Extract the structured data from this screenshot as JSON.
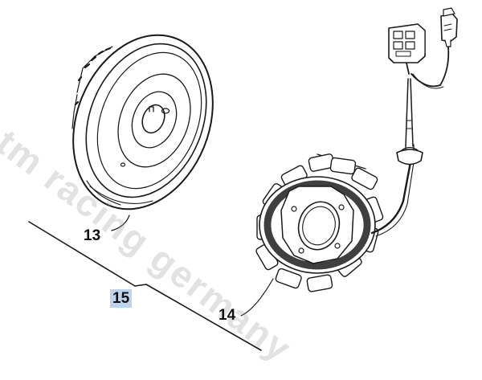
{
  "diagram": {
    "callouts": [
      {
        "id": "13",
        "label": "13"
      },
      {
        "id": "14",
        "label": "14"
      },
      {
        "id": "15",
        "label": "15"
      }
    ],
    "highlight_color": "#bcd4ec",
    "watermark": {
      "text": "tm racing germany"
    }
  }
}
